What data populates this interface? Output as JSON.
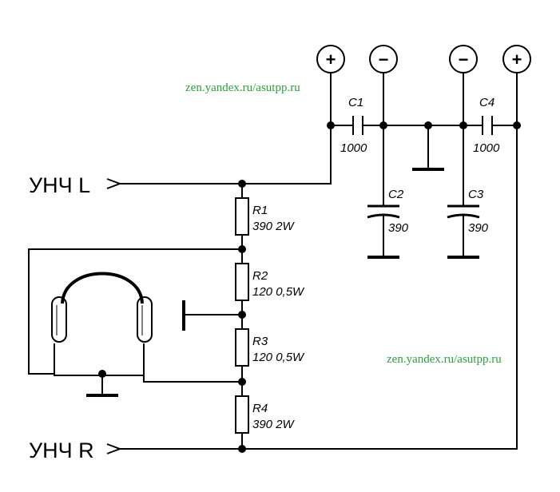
{
  "inputs": {
    "left": "УНЧ L",
    "right": "УНЧ R"
  },
  "watermarks": [
    "zen.yandex.ru/asutpp.ru",
    "zen.yandex.ru/asutpp.ru"
  ],
  "terminals": {
    "plus": "+",
    "minus": "−"
  },
  "components": {
    "r1": {
      "name": "R1",
      "value": "390 2W"
    },
    "r2": {
      "name": "R2",
      "value": "120 0,5W"
    },
    "r3": {
      "name": "R3",
      "value": "120 0,5W"
    },
    "r4": {
      "name": "R4",
      "value": "390 2W"
    },
    "c1": {
      "name": "C1",
      "value": "1000"
    },
    "c2": {
      "name": "C2",
      "value": "390"
    },
    "c3": {
      "name": "C3",
      "value": "390"
    },
    "c4": {
      "name": "C4",
      "value": "1000"
    }
  }
}
